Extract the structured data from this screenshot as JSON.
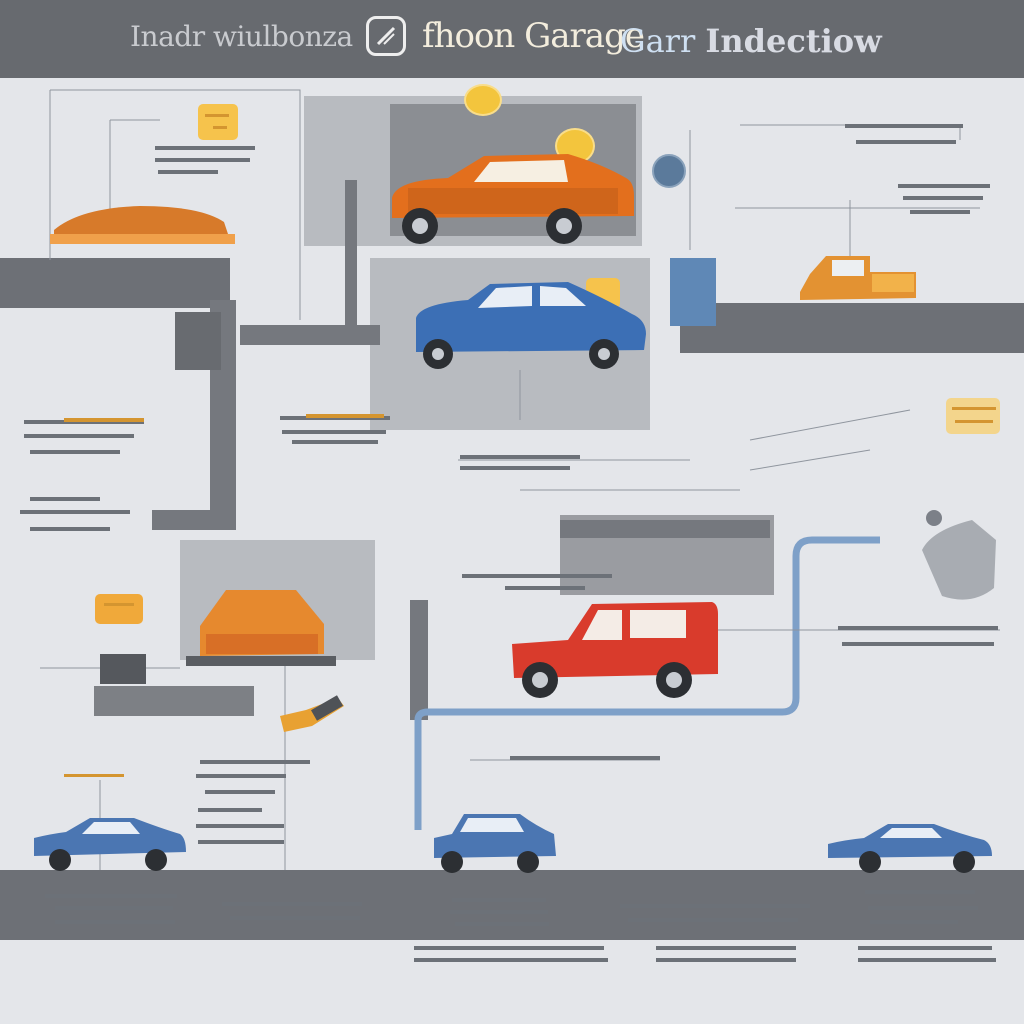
{
  "header": {
    "left_text": "Inadr wiulbonza",
    "middle_text": "fhoon Garage",
    "right_text_a": "Garr ",
    "right_text_b": "Indectiow"
  },
  "colors": {
    "background": "#e4e6ea",
    "header": "#676a6f",
    "lane": "#6d7076",
    "accent_yellow": "#f6c34c",
    "car_blue": "#3c6fb5",
    "car_red": "#d93b2c",
    "car_orange": "#e36f1d",
    "pipe_blue": "#7ea0c8"
  },
  "icons": [
    "car-icon",
    "tool-icon",
    "wrench-icon",
    "chip-icon",
    "lift-icon"
  ]
}
